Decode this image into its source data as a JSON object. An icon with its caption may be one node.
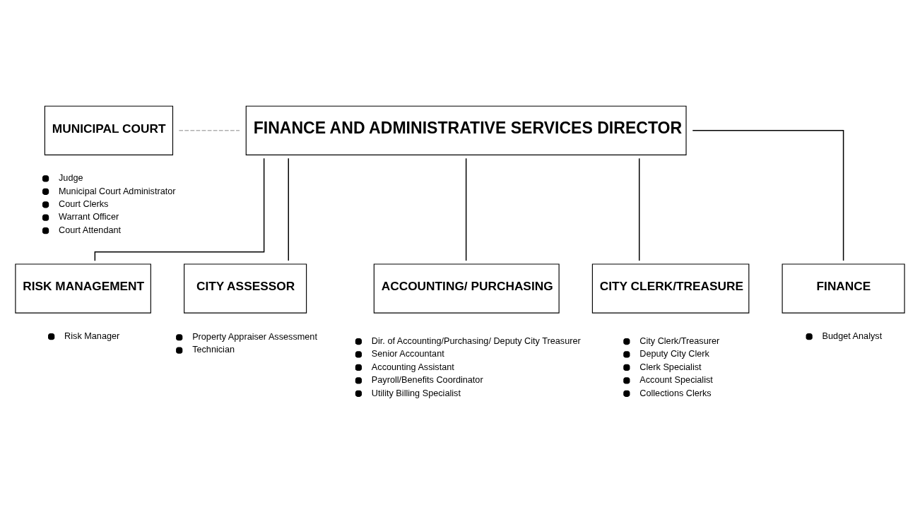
{
  "diagram": {
    "nodes": [
      {
        "text": [
          "FINANCE AND ADMINISTRATIVE SERVICES DIRECTOR"
        ]
      },
      {
        "text": [
          "MUNICIPAL COURT"
        ],
        "beside": [
          "Judge",
          "Municipal Court Administrator",
          "Court Clerks",
          "Warrant Officer",
          "Court Attendant"
        ]
      },
      {
        "text": [
          "RISK MANAGEMENT"
        ],
        "beside": [
          "Risk Manager"
        ]
      },
      {
        "text": [
          "CITY ASSESSOR"
        ],
        "beside": [
          "Property Appraiser Assessment",
          "Technician"
        ]
      },
      {
        "text": [
          "ACCOUNTING/ PURCHASING"
        ],
        "beside": [
          "Dir. of Accounting/Purchasing/ Deputy City Treasurer",
          "Senior Accountant",
          "Accounting Assistant",
          "Payroll/Benefits Coordinator",
          "Utility Billing Specialist"
        ]
      },
      {
        "text": [
          "CITY CLERK/TREASURE"
        ],
        "beside": [
          "City Clerk/Treasurer",
          "Deputy City Clerk",
          "Clerk Specialist",
          "Account Specialist",
          "Collections Clerks"
        ]
      },
      {
        "text": [
          "FINANCE"
        ],
        "beside": [
          "Budget Analyst"
        ]
      }
    ],
    "edges": [
      {
        "from": 1,
        "to": 0,
        "arrow": "none",
        "style": "dashed",
        "color": "#b0b0b0"
      },
      {
        "from": 0,
        "to": 2,
        "arrow": "none"
      },
      {
        "from": 0,
        "to": 3,
        "arrow": "none"
      },
      {
        "from": 0,
        "to": 4,
        "arrow": "none"
      },
      {
        "from": 0,
        "to": 5,
        "arrow": "none"
      },
      {
        "from": 0,
        "to": 6,
        "arrow": "none"
      }
    ]
  }
}
